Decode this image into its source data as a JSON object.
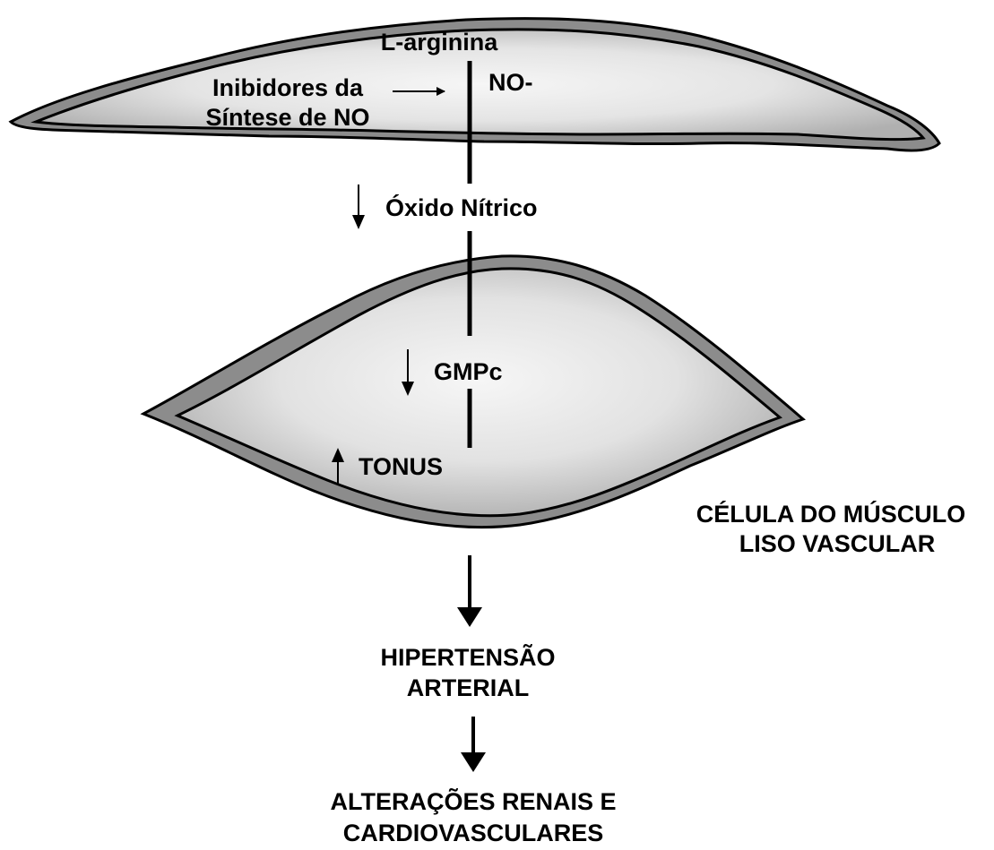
{
  "endothelial_cell": {
    "l_arginina": "L-arginina",
    "inhibitors_line1": "Inibidores da",
    "inhibitors_line2": "Síntese de NO",
    "no_label": "NO-"
  },
  "nitric_oxide": "Óxido Nítrico",
  "smooth_muscle_cell": {
    "gmpc": "GMPc",
    "tonus": "TONUS",
    "caption_line1": "CÉLULA DO MÚSCULO",
    "caption_line2": "LISO VASCULAR"
  },
  "outcome_1": {
    "line1": "HIPERTENSÃO",
    "line2": "ARTERIAL"
  },
  "outcome_2": {
    "line1": "ALTERAÇÕES RENAIS E",
    "line2": "CARDIOVASCULARES"
  },
  "colors": {
    "cell_outline_fill": "#8c8c8c",
    "cell_inner_light": "#f4f4f4",
    "cell_inner_dark": "#b5b5b5",
    "stroke": "#000000"
  }
}
